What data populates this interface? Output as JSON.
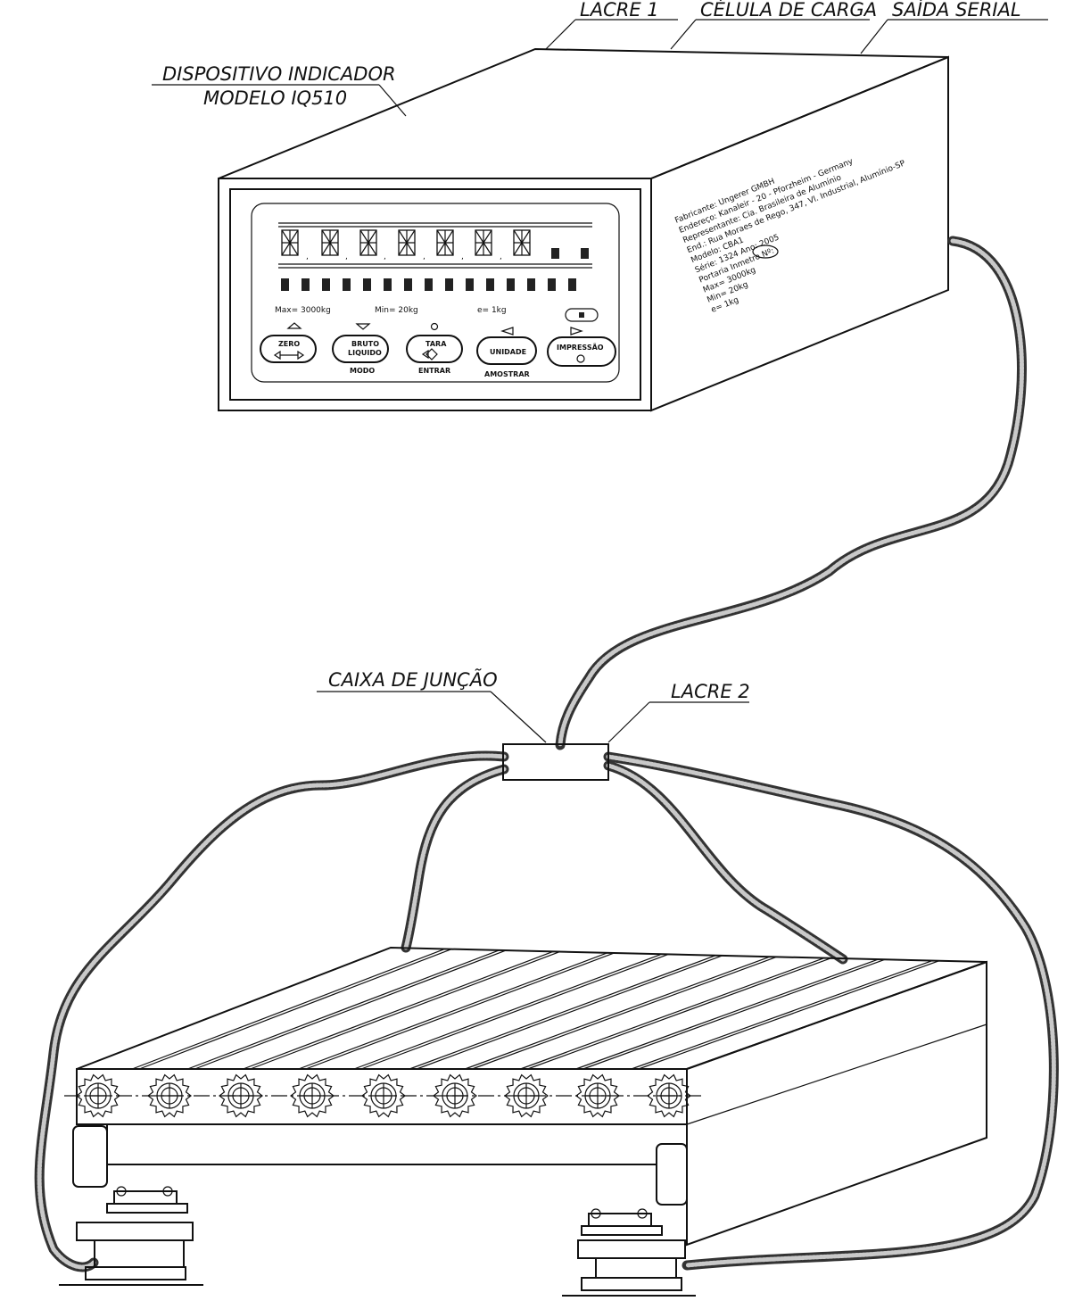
{
  "labels": {
    "lacre1": "LACRE 1",
    "celula": "CÉLULA DE CARGA",
    "saida": "SAÍDA SERIAL",
    "dispositivo": "DISPOSITIVO INDICADOR",
    "modelo": "MODELO IQ510",
    "caixa": "CAIXA DE JUNÇÃO",
    "lacre2": "LACRE 2"
  },
  "indicator_panel": {
    "max": "Max= 3000kg",
    "min": "Min= 20kg",
    "e": "e= 1kg"
  },
  "keys": [
    {
      "top": "ZERO",
      "sub": "",
      "icon": "arrows-icon"
    },
    {
      "top": "BRUTO",
      "sub": "LIQUIDO",
      "below": "MODO",
      "icon": ""
    },
    {
      "top": "TARA",
      "sub": "",
      "below": "ENTRAR",
      "icon": "tare-icon"
    },
    {
      "top": "UNIDADE",
      "sub": "",
      "below": "AMOSTRAR",
      "icon": ""
    },
    {
      "top": "IMPRESSÃO",
      "sub": "",
      "below": "",
      "icon": "print-icon"
    }
  ],
  "plate": {
    "lines": [
      "Fabricante:        Ungerer GMBH",
      "Endereço:          Kanaleir - 20 - Pforzheim - Germany",
      "Representante:   Cia. Brasileira de Alumínio",
      "End.: Rua Moraes de Rego, 347, Vl. Industrial, Alumínio-SP",
      "Modelo: CBA1",
      "Série: 1324                      Ano: 2005",
      "Portaria Inmetro Nº:",
      "Max= 3000kg",
      "Min= 20kg",
      "e= 1kg"
    ]
  }
}
